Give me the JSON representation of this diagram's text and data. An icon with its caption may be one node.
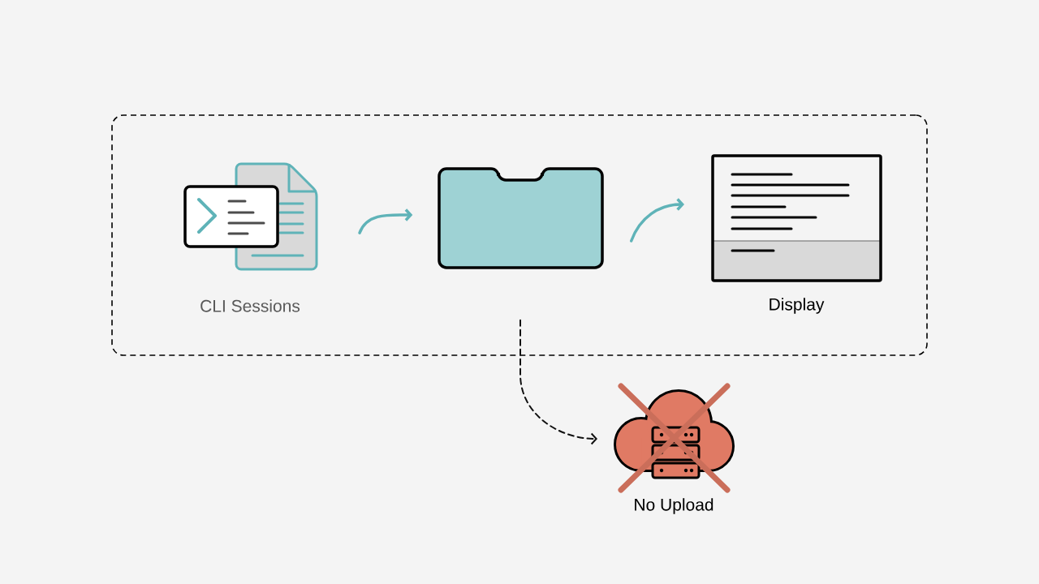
{
  "diagram": {
    "nodes": [
      {
        "text": [],
        "shape": "box"
      },
      {
        "text": [
          "CLI Sessions"
        ],
        "in": 0
      },
      {
        "text": [],
        "shape": "box",
        "in": 0
      },
      {
        "text": [
          "Display"
        ],
        "in": 0
      },
      {
        "text": [
          "No Upload"
        ]
      }
    ],
    "edges": [
      {
        "from": 1,
        "to": 2,
        "arrow": "to"
      },
      {
        "from": 2,
        "to": 3,
        "arrow": "to"
      },
      {
        "from": 2,
        "to": 4,
        "arrow": "to",
        "style": "dashed",
        "color": "#111111"
      }
    ]
  }
}
